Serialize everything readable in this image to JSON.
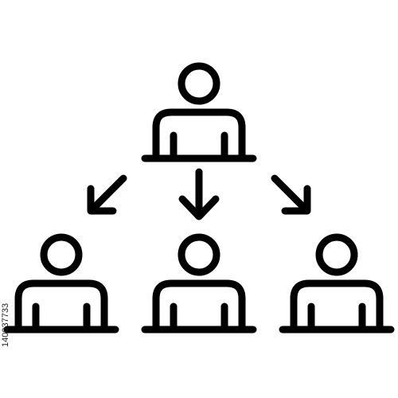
{
  "icon": {
    "subject": "hierarchy-delegation-icon",
    "stroke_color": "#000000",
    "background_color": "#ffffff",
    "figures": [
      {
        "role": "top-person"
      },
      {
        "role": "left-person"
      },
      {
        "role": "center-person"
      },
      {
        "role": "right-person"
      }
    ],
    "arrows": [
      {
        "direction": "down-left"
      },
      {
        "direction": "down"
      },
      {
        "direction": "down-right"
      }
    ]
  },
  "watermark": {
    "stock_id": "140037733"
  }
}
